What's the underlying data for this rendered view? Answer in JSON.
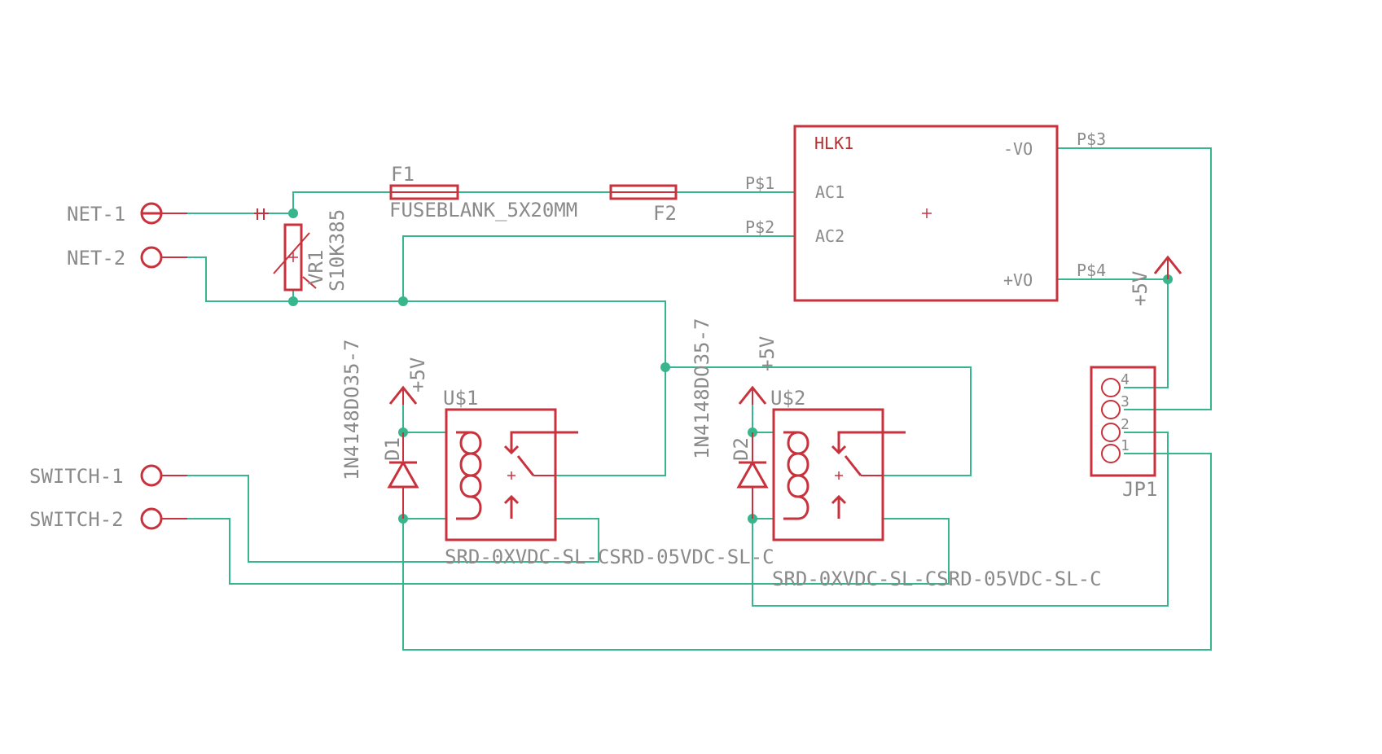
{
  "colors": {
    "wire": "#37b58c",
    "symbol": "#c8323c",
    "label": "#8a8a8a",
    "background": "#ffffff"
  },
  "connectors": {
    "net1": "NET-1",
    "net2": "NET-2",
    "switch1": "SWITCH-1",
    "switch2": "SWITCH-2"
  },
  "varistor": {
    "name": "VR1",
    "value": "S10K385"
  },
  "fuses": {
    "f1_name": "F1",
    "f1_value": "FUSEBLANK_5X20MM",
    "f2_name": "F2"
  },
  "power_module": {
    "name": "HLK1",
    "pins": {
      "vo_neg": "-VO",
      "ac1": "AC1",
      "ac2": "AC2",
      "vo_pos": "+VO"
    },
    "pads": {
      "p1": "P$1",
      "p2": "P$2",
      "p3": "P$3",
      "p4": "P$4"
    }
  },
  "supply": {
    "label": "+5V"
  },
  "diodes": {
    "d1_name": "D1",
    "d1_value": "1N4148DO35-7",
    "d2_name": "D2",
    "d2_value": "1N4148DO35-7"
  },
  "relays": {
    "u1_name": "U$1",
    "u1_value": "SRD-0XVDC-SL-CSRD-05VDC-SL-C",
    "u2_name": "U$2",
    "u2_value": "SRD-0XVDC-SL-CSRD-05VDC-SL-C"
  },
  "header": {
    "name": "JP1",
    "pin_numbers": [
      "4",
      "3",
      "2",
      "1"
    ]
  }
}
